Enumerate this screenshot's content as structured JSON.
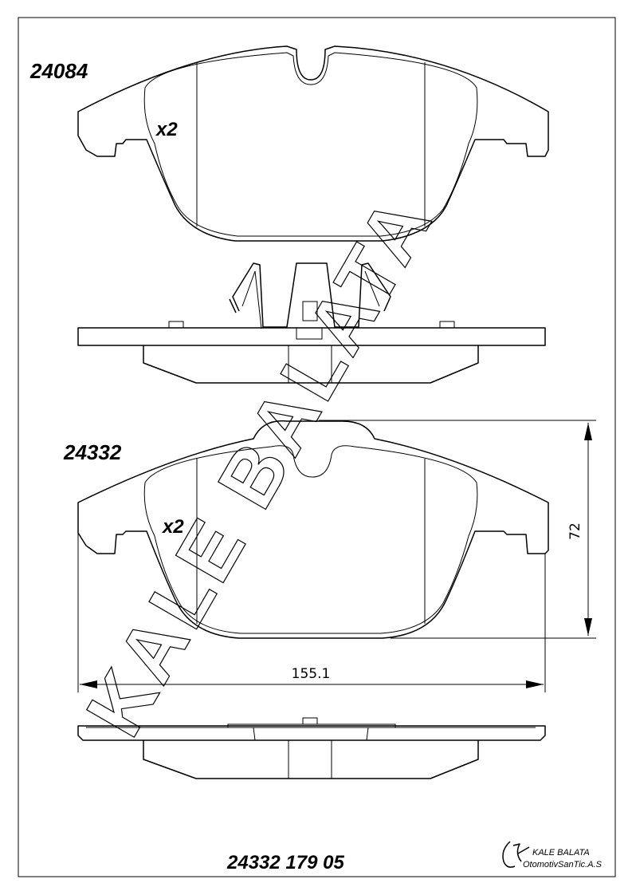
{
  "drawing": {
    "part_number_top": "24084",
    "part_number_bottom": "24332",
    "quantity_top": "x2",
    "quantity_bottom": "x2",
    "dimension_width": "155.1",
    "dimension_height": "72",
    "footer_code": "24332 179 05",
    "watermark": "KALE BALATA"
  },
  "brand": {
    "name": "KALE BALATA",
    "company": "OtomotivSanTic.A.S"
  }
}
